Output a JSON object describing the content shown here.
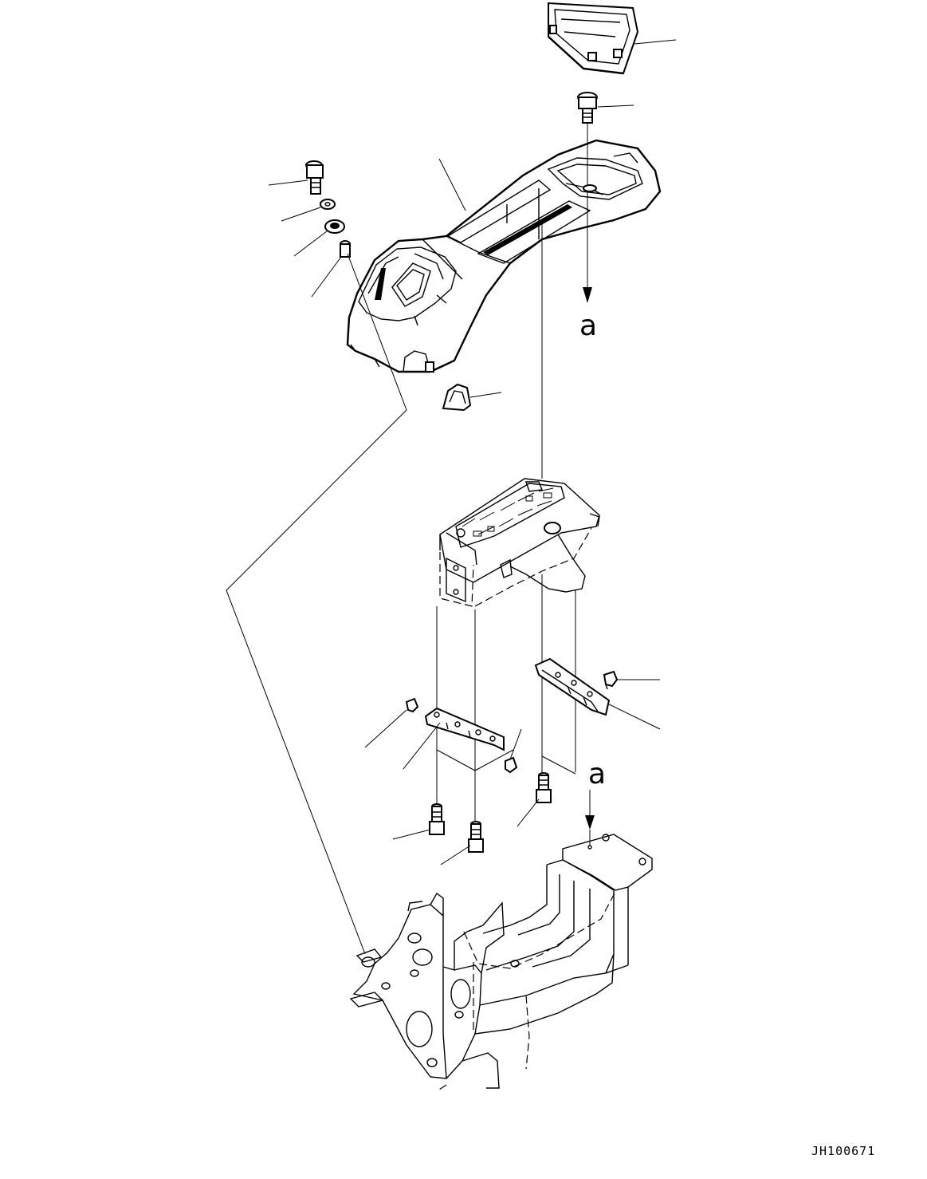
{
  "diagram": {
    "reference_labels": {
      "upper": "a",
      "lower": "a"
    },
    "drawing_code": "JH100671"
  }
}
